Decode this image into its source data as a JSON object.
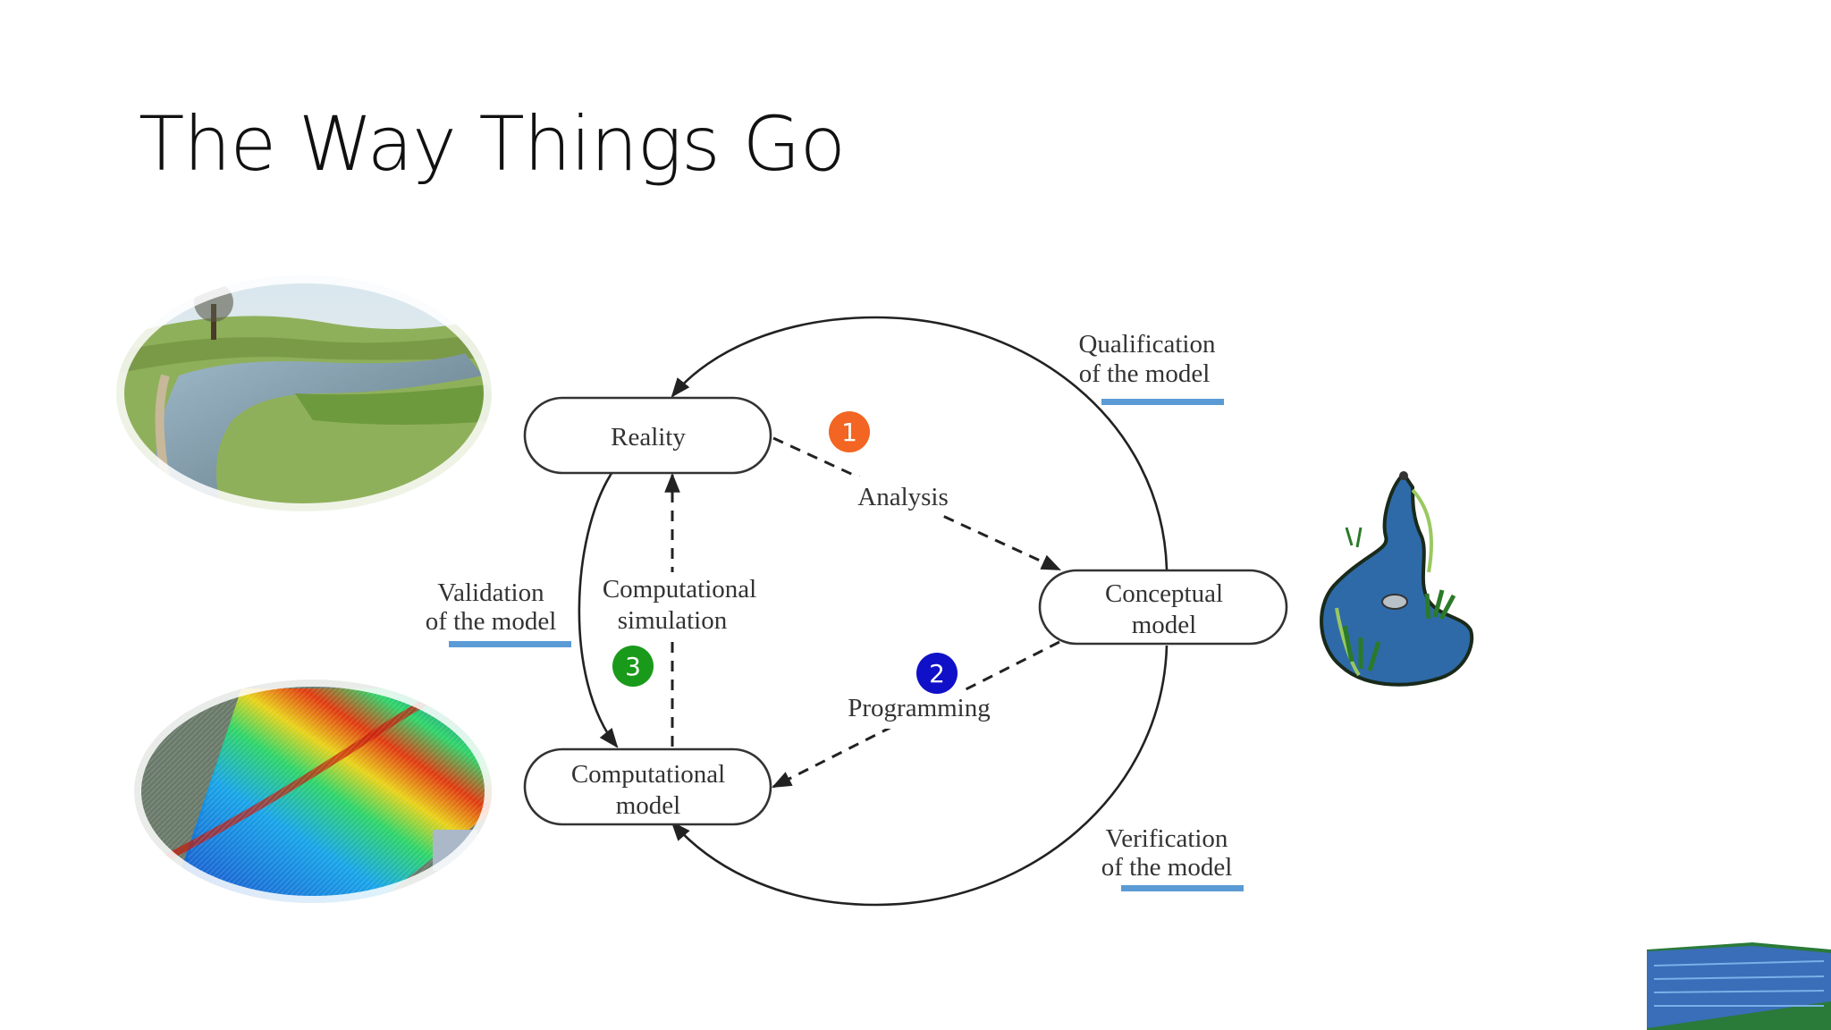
{
  "slide": {
    "title": "The Way Things Go"
  },
  "nodes": {
    "reality": "Reality",
    "conceptual": [
      "Conceptual",
      "model"
    ],
    "computational": [
      "Computational",
      "model"
    ]
  },
  "edges": {
    "analysis": "Analysis",
    "programming": "Programming",
    "simulation": [
      "Computational",
      "simulation"
    ],
    "qualification": [
      "Qualification",
      "of the model"
    ],
    "validation": [
      "Validation",
      "of the model"
    ],
    "verification": [
      "Verification",
      "of the model"
    ]
  },
  "badges": [
    {
      "num": "1",
      "color": "#f26522"
    },
    {
      "num": "2",
      "color": "#1010c8"
    },
    {
      "num": "3",
      "color": "#1a9a1a"
    }
  ],
  "colors": {
    "underline": "#5b9bd5",
    "diagram": "#333333"
  },
  "images": [
    "river-photo",
    "mesh-simulation",
    "river-illustration",
    "terrain-model"
  ]
}
